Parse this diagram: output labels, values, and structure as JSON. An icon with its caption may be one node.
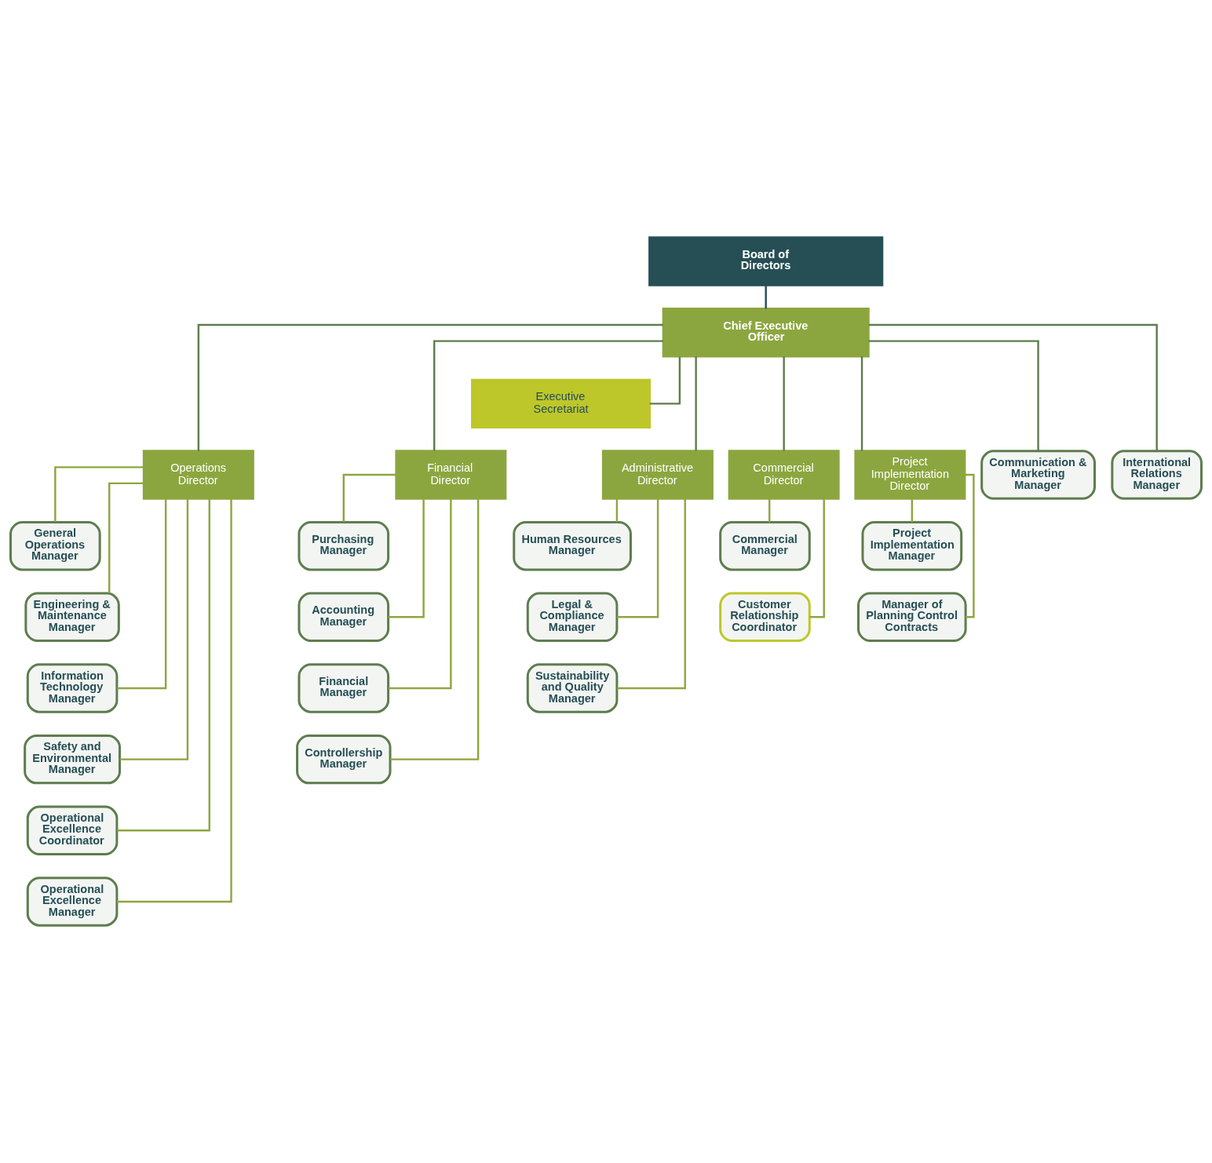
{
  "diagram": {
    "nodes": [
      {
        "text": [
          "Board of Directors"
        ]
      },
      {
        "text": [
          "Chief Executive Officer"
        ]
      },
      {
        "text": [
          "Executive Secretariat"
        ]
      },
      {
        "text": [
          "Operations Director"
        ]
      },
      {
        "text": [
          "Financial Director"
        ]
      },
      {
        "text": [
          "Administrative Director"
        ]
      },
      {
        "text": [
          "Commercial Director"
        ]
      },
      {
        "text": [
          "Project Implementation Director"
        ]
      },
      {
        "text": [
          "Communication & Marketing Manager"
        ]
      },
      {
        "text": [
          "International Relations Manager"
        ]
      },
      {
        "text": [
          "General Operations Manager"
        ]
      },
      {
        "text": [
          "Engineering & Maintenance Manager"
        ]
      },
      {
        "text": [
          "Information Technology Manager"
        ]
      },
      {
        "text": [
          "Safety and Environmental Manager"
        ]
      },
      {
        "text": [
          "Operational Excellence Coordinator"
        ]
      },
      {
        "text": [
          "Operational Excellence Manager"
        ]
      },
      {
        "text": [
          "Purchasing Manager"
        ]
      },
      {
        "text": [
          "Accounting Manager"
        ]
      },
      {
        "text": [
          "Financial Manager"
        ]
      },
      {
        "text": [
          "Controllership Manager"
        ]
      },
      {
        "text": [
          "Human Resources Manager"
        ]
      },
      {
        "text": [
          "Legal & Compliance Manager"
        ]
      },
      {
        "text": [
          "Sustainability and Quality Manager"
        ]
      },
      {
        "text": [
          "Commercial Manager"
        ]
      },
      {
        "text": [
          "Customer Relationship Coordinator"
        ]
      },
      {
        "text": [
          "Project Implementation Manager"
        ]
      },
      {
        "text": [
          "Manager of Planning Control Contracts"
        ]
      }
    ],
    "edges": [
      {
        "from": 0,
        "to": 1,
        "arrow": "none",
        "color": "#264f55"
      },
      {
        "from": 1,
        "to": 2,
        "arrow": "none",
        "color": "#5e7d4e"
      },
      {
        "from": 1,
        "to": 3,
        "arrow": "none",
        "color": "#5e7d4e"
      },
      {
        "from": 1,
        "to": 4,
        "arrow": "none",
        "color": "#5e7d4e"
      },
      {
        "from": 1,
        "to": 5,
        "arrow": "none",
        "color": "#5e7d4e"
      },
      {
        "from": 1,
        "to": 6,
        "arrow": "none",
        "color": "#5e7d4e"
      },
      {
        "from": 1,
        "to": 7,
        "arrow": "none",
        "color": "#5e7d4e"
      },
      {
        "from": 1,
        "to": 8,
        "arrow": "none",
        "color": "#5e7d4e"
      },
      {
        "from": 1,
        "to": 9,
        "arrow": "none",
        "color": "#5e7d4e"
      },
      {
        "from": 3,
        "to": 10,
        "arrow": "none"
      },
      {
        "from": 3,
        "to": 11,
        "arrow": "none"
      },
      {
        "from": 3,
        "to": 12,
        "arrow": "none"
      },
      {
        "from": 3,
        "to": 13,
        "arrow": "none"
      },
      {
        "from": 3,
        "to": 14,
        "arrow": "none"
      },
      {
        "from": 3,
        "to": 15,
        "arrow": "none"
      },
      {
        "from": 4,
        "to": 16,
        "arrow": "none"
      },
      {
        "from": 4,
        "to": 17,
        "arrow": "none"
      },
      {
        "from": 4,
        "to": 18,
        "arrow": "none"
      },
      {
        "from": 4,
        "to": 19,
        "arrow": "none"
      },
      {
        "from": 5,
        "to": 20,
        "arrow": "none"
      },
      {
        "from": 5,
        "to": 21,
        "arrow": "none"
      },
      {
        "from": 5,
        "to": 22,
        "arrow": "none"
      },
      {
        "from": 6,
        "to": 23,
        "arrow": "none"
      },
      {
        "from": 6,
        "to": 24,
        "arrow": "none"
      },
      {
        "from": 7,
        "to": 25,
        "arrow": "none"
      },
      {
        "from": 7,
        "to": 26,
        "arrow": "none"
      }
    ]
  }
}
